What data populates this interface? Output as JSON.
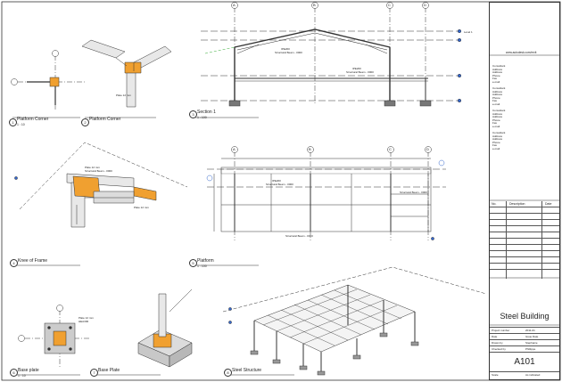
{
  "views": {
    "platform_corner_1": {
      "number": "1",
      "title": "Platform Corner",
      "scale": "1 : 10"
    },
    "platform_corner_2": {
      "number": "2",
      "title": "Platform Corner"
    },
    "section": {
      "number": "3",
      "title": "Section 1",
      "scale": "1 : 100"
    },
    "knee": {
      "number": "4",
      "title": "Knee of Frame"
    },
    "platform": {
      "number": "5",
      "title": "Platform",
      "scale": "1 : 100"
    },
    "base_plate_1": {
      "number": "6",
      "title": "Base plate",
      "scale": "1 : 10"
    },
    "base_plate_2": {
      "number": "7",
      "title": "Base Plate"
    },
    "structure": {
      "number": "8",
      "title": "Steel Structure"
    }
  },
  "grid_bubbles": [
    "A",
    "B",
    "C",
    "D",
    "A",
    "B",
    "C",
    "D"
  ],
  "titleblock": {
    "website": "www.autodesk.com/revit",
    "consultant_label": "Consultant",
    "address": "Address",
    "address2": "Address",
    "phone": "Phone",
    "fax": "Fax",
    "email": "e-mail",
    "rev_no": "No.",
    "rev_desc": "Description",
    "rev_date": "Date",
    "project_name": "Steel Building",
    "project_number_label": "Project number",
    "project_number": "2011-01",
    "date_label": "Date",
    "date": "Issue Date",
    "drawn_label": "Drawn by",
    "drawn": "Stephanie",
    "checked_label": "Checked by",
    "checked": "Phillippe",
    "sheet_number": "A101",
    "scale_label": "Scale",
    "scale": "As indicated"
  },
  "tags": {
    "beam": "IPE200",
    "mark": "Structural Beam - 0000",
    "level": "Level 1",
    "plate": "Plate 12 mm",
    "column": "HEA300"
  }
}
